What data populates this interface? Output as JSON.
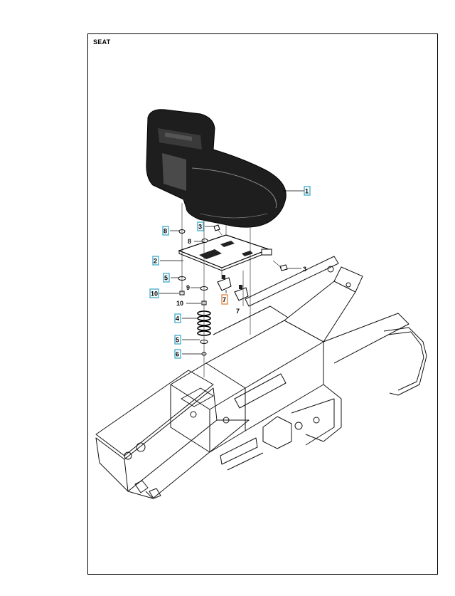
{
  "title": "SEAT",
  "colors": {
    "cyan_box": "#2aa3c9",
    "orange_box": "#e2762a",
    "line": "#000000"
  },
  "callouts": [
    {
      "id": "1",
      "text": "1",
      "boxed": true,
      "box_color": "cyan"
    },
    {
      "id": "2",
      "text": "2",
      "boxed": true,
      "box_color": "cyan"
    },
    {
      "id": "3a",
      "text": "3",
      "boxed": true,
      "box_color": "cyan"
    },
    {
      "id": "3b",
      "text": "3",
      "boxed": false
    },
    {
      "id": "4",
      "text": "4",
      "boxed": true,
      "box_color": "cyan"
    },
    {
      "id": "5a",
      "text": "5",
      "boxed": true,
      "box_color": "cyan"
    },
    {
      "id": "5b",
      "text": "5",
      "boxed": true,
      "box_color": "cyan"
    },
    {
      "id": "6",
      "text": "6",
      "boxed": true,
      "box_color": "cyan"
    },
    {
      "id": "7a",
      "text": "7",
      "boxed": true,
      "box_color": "orange"
    },
    {
      "id": "7b",
      "text": "7",
      "boxed": false
    },
    {
      "id": "8a",
      "text": "8",
      "boxed": true,
      "box_color": "cyan"
    },
    {
      "id": "8b",
      "text": "8",
      "boxed": false
    },
    {
      "id": "9",
      "text": "9",
      "boxed": false
    },
    {
      "id": "10a",
      "text": "10",
      "boxed": true,
      "box_color": "cyan"
    },
    {
      "id": "10b",
      "text": "10",
      "boxed": false
    }
  ]
}
